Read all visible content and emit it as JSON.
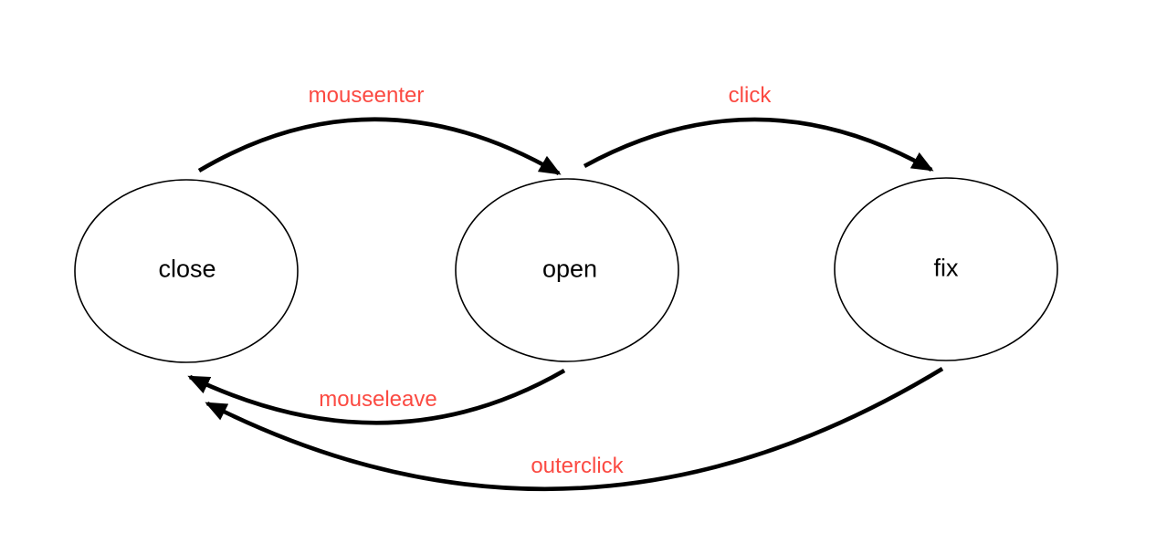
{
  "diagram": {
    "type": "state-machine",
    "background_color": "#ffffff",
    "node_stroke_color": "#000000",
    "node_fill_color": "#ffffff",
    "arrow_color": "#000000",
    "state_label_color": "#000000",
    "event_label_color": "#fb4a42",
    "states": [
      {
        "label": "close"
      },
      {
        "label": "open"
      },
      {
        "label": "fix"
      }
    ],
    "transitions": [
      {
        "from": "close",
        "to": "open",
        "event": "mouseenter"
      },
      {
        "from": "open",
        "to": "fix",
        "event": "click"
      },
      {
        "from": "open",
        "to": "close",
        "event": "mouseleave"
      },
      {
        "from": "fix",
        "to": "close",
        "event": "outerclick"
      }
    ]
  }
}
